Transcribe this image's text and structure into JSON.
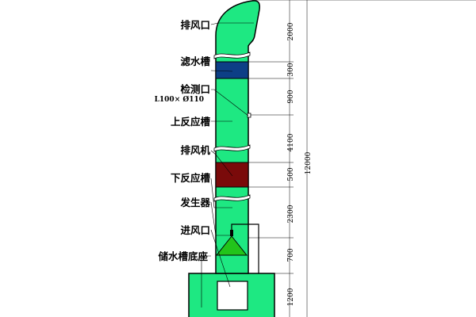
{
  "labels": {
    "exhaust_outlet": "排风口",
    "filter_tank": "滤水槽",
    "inspection_port": "检测口",
    "inspection_port_spec": "L100× Ø110",
    "upper_reaction_tank": "上反应槽",
    "exhaust_fan": "排风机",
    "lower_reaction_tank": "下反应槽",
    "generator": "发生器",
    "air_inlet": "进风口",
    "water_tank_base": "储水槽底座"
  },
  "dimensions": {
    "d1": "2000",
    "d2": "300",
    "d3": "900",
    "d4": "4100",
    "d5": "500",
    "d6": "2300",
    "d7": "700",
    "d8": "1200",
    "total": "12000"
  },
  "colors": {
    "body": "#1ee882",
    "filter": "#0d3f86",
    "fan": "#7a0a0a",
    "nozzle": "#22c41a"
  }
}
